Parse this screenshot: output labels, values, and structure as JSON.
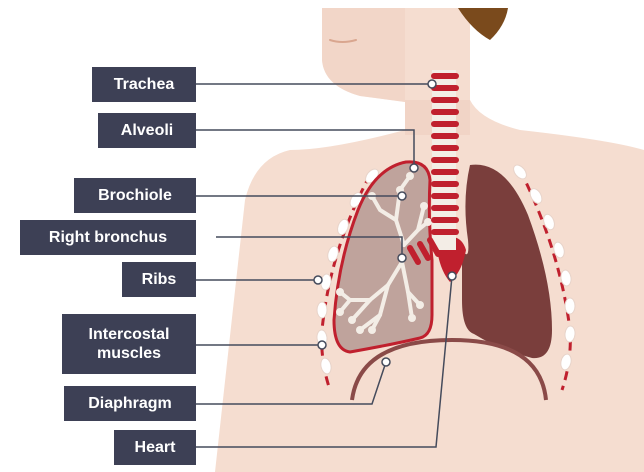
{
  "labels": {
    "trachea": "Trachea",
    "alveoli": "Alveoli",
    "bronchiole": "Brochiole",
    "right_bronchus": "Right bronchus",
    "ribs": "Ribs",
    "intercostal_line1": "Intercostal",
    "intercostal_line2": "muscles",
    "diaphragm": "Diaphragm",
    "heart": "Heart"
  },
  "colors": {
    "skin": "#f5ddd0",
    "skin_shade": "#efcfbf",
    "hair": "#7a4a1c",
    "airway_red": "#c0202e",
    "right_lung_fill": "#bfa39c",
    "left_lung_fill": "#7a3e3c",
    "bronchiole_tree": "#f3ede6",
    "diaphragm": "#8a4a48",
    "label_bg": "#3d4055",
    "leader_line": "#454b5c"
  }
}
